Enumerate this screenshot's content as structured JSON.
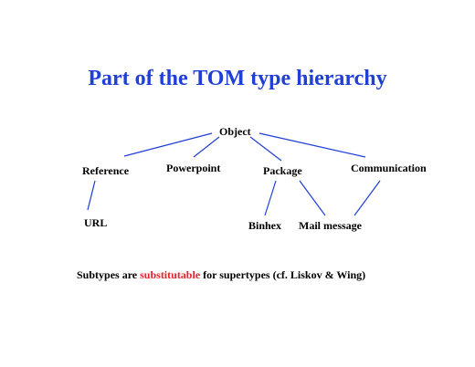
{
  "title": "Part of the TOM type hierarchy",
  "colors": {
    "title": "#1f3fd6",
    "lines": "#1f3fd6",
    "highlight": "#e8202a",
    "text": "#000000"
  },
  "nodes": {
    "object": "Object",
    "reference": "Reference",
    "powerpoint": "Powerpoint",
    "package": "Package",
    "communication": "Communication",
    "url": "URL",
    "binhex": "Binhex",
    "mail_message": "Mail message"
  },
  "caption": {
    "before": "Subtypes are ",
    "highlight": "substitutable",
    "after": " for supertypes (cf. Liskov & Wing)"
  }
}
